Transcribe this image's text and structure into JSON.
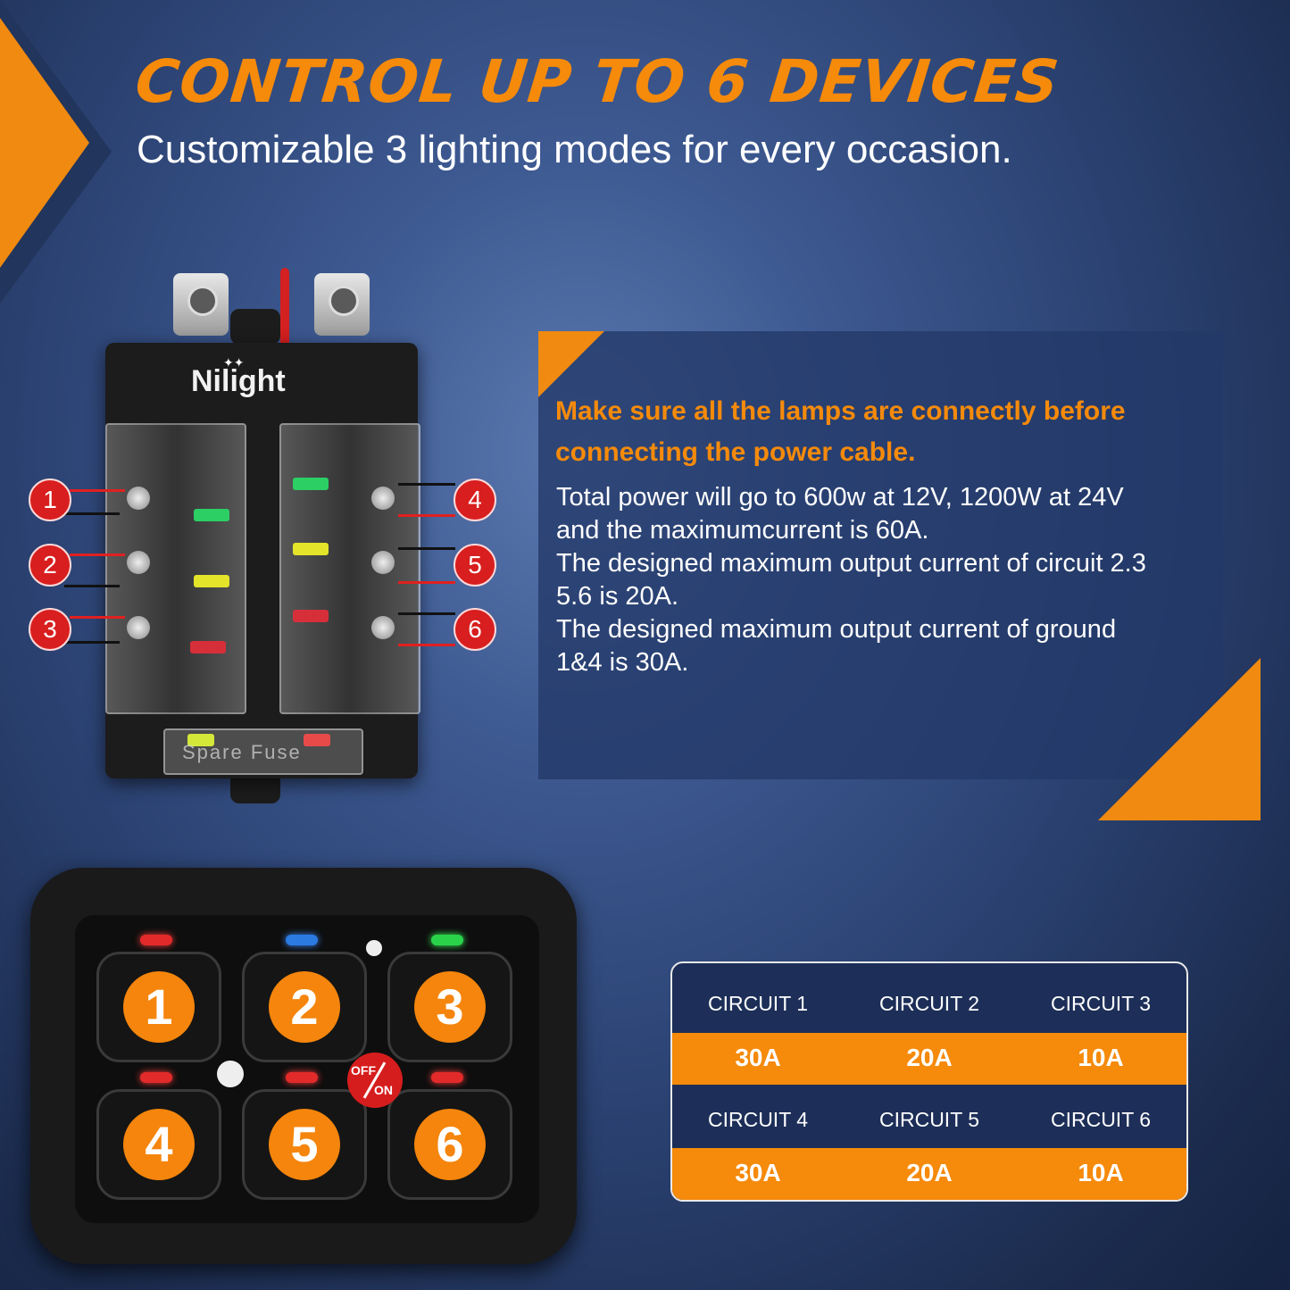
{
  "header": {
    "title": "CONTROL UP TO 6 DEVICES",
    "subtitle": "Customizable 3 lighting modes for every occasion."
  },
  "fuse_box": {
    "brand": "Nilight",
    "spare_label": "Spare Fuse",
    "callouts": [
      "1",
      "2",
      "3",
      "4",
      "5",
      "6"
    ]
  },
  "info_panel": {
    "warning_line1": "Make sure all the lamps are connectly before",
    "warning_line2": "connecting the power cable.",
    "lines": [
      "Total power will go to 600w at 12V, 1200W at 24V",
      "and the maximumcurrent is 60A.",
      "The designed maximum output current of circuit 2.3",
      "5.6 is 20A.",
      "The designed maximum output current of ground",
      "1&4 is 30A."
    ]
  },
  "control_panel": {
    "buttons": [
      "1",
      "2",
      "3",
      "4",
      "5",
      "6"
    ],
    "switch_off": "OFF",
    "switch_on": "ON"
  },
  "circuit_table": {
    "rows": [
      {
        "labels": [
          "CIRCUIT 1",
          "CIRCUIT 2",
          "CIRCUIT 3"
        ],
        "values": [
          "30A",
          "20A",
          "10A"
        ]
      },
      {
        "labels": [
          "CIRCUIT 4",
          "CIRCUIT 5",
          "CIRCUIT 6"
        ],
        "values": [
          "30A",
          "20A",
          "10A"
        ]
      }
    ]
  },
  "colors": {
    "accent": "#f58a0b",
    "background": "#2b4272",
    "callout": "#d81e1e"
  }
}
